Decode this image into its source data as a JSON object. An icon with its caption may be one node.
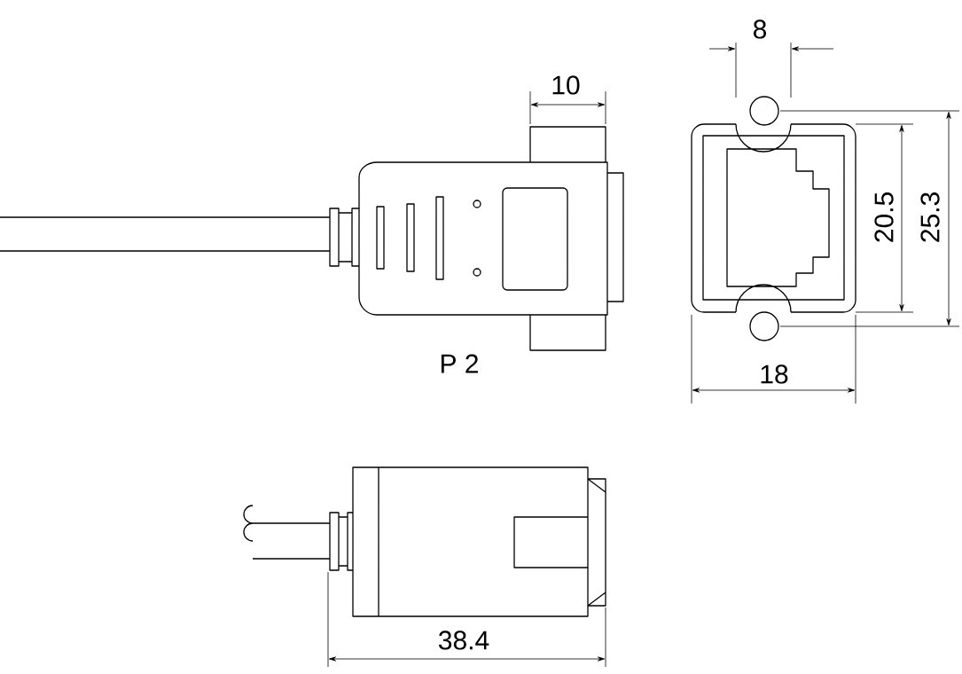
{
  "diagram": {
    "labels": [
      "8",
      "10",
      "20.5",
      "25.3",
      "P 2",
      "18",
      "38.4"
    ]
  }
}
